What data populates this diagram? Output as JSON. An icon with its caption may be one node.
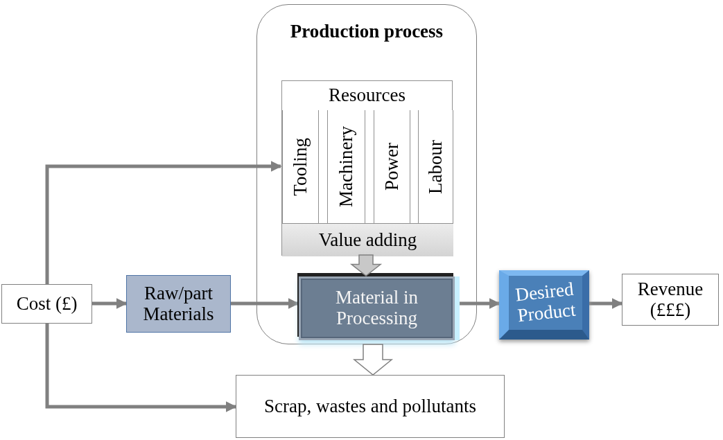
{
  "diagram": {
    "nodes": [
      {
        "text": [
          "Production process"
        ]
      },
      {
        "text": [
          "Resources"
        ],
        "in": 0
      },
      {
        "text": [
          "Tooling"
        ],
        "in": 1
      },
      {
        "text": [
          "Machinery"
        ],
        "in": 1
      },
      {
        "text": [
          "Power"
        ],
        "in": 1
      },
      {
        "text": [
          "Labour"
        ],
        "in": 1
      },
      {
        "text": [
          "Value adding"
        ],
        "in": 1
      },
      {
        "text": [
          "Material in Processing"
        ],
        "in": 0
      },
      {
        "text": [
          "Cost (£)"
        ]
      },
      {
        "text": [
          "Raw/part Materials"
        ]
      },
      {
        "text": [
          "Desired Product"
        ]
      },
      {
        "text": [
          "Revenue (£££)"
        ]
      },
      {
        "text": [
          "Scrap, wastes and pollutants"
        ]
      }
    ],
    "edges": [
      {
        "from": 8,
        "to": 1,
        "arrow": "to"
      },
      {
        "from": 8,
        "to": 9,
        "arrow": "to"
      },
      {
        "from": 8,
        "to": 12,
        "arrow": "to"
      },
      {
        "from": 9,
        "to": 7,
        "arrow": "to"
      },
      {
        "from": 6,
        "to": 7,
        "arrow": "to",
        "style": "thick"
      },
      {
        "from": 7,
        "to": 10,
        "arrow": "to"
      },
      {
        "from": 10,
        "to": 11,
        "arrow": "to"
      },
      {
        "from": 0,
        "to": 12,
        "arrow": "to",
        "style": "thick"
      }
    ]
  }
}
